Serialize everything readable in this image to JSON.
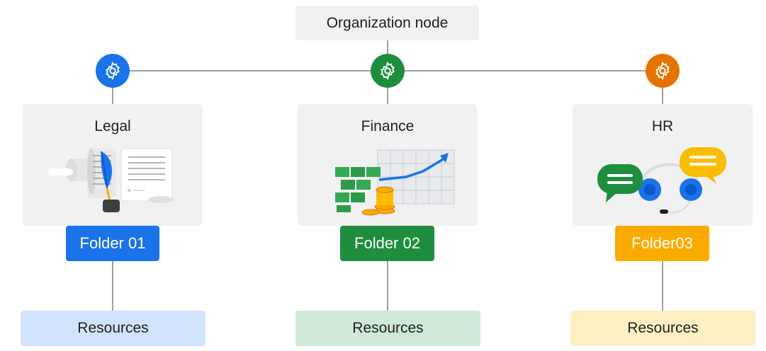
{
  "org": {
    "label": "Organization node"
  },
  "departments": [
    {
      "name": "Legal",
      "folder": "Folder 01",
      "resources": "Resources",
      "accent": "#1a73e8",
      "resource_bg": "#d2e3fc",
      "gear_icon": "gear-icon",
      "illustration": "legal-document-quill-illustration"
    },
    {
      "name": "Finance",
      "folder": "Folder 02",
      "resources": "Resources",
      "accent": "#1e8e3e",
      "resource_bg": "#ceead6",
      "gear_icon": "gear-icon",
      "illustration": "finance-money-chart-illustration"
    },
    {
      "name": "HR",
      "folder": "Folder03",
      "resources": "Resources",
      "accent": "#f9ab00",
      "gear_accent": "#e37400",
      "resource_bg": "#feefc3",
      "gear_icon": "gear-icon",
      "illustration": "hr-headset-chat-illustration"
    }
  ]
}
